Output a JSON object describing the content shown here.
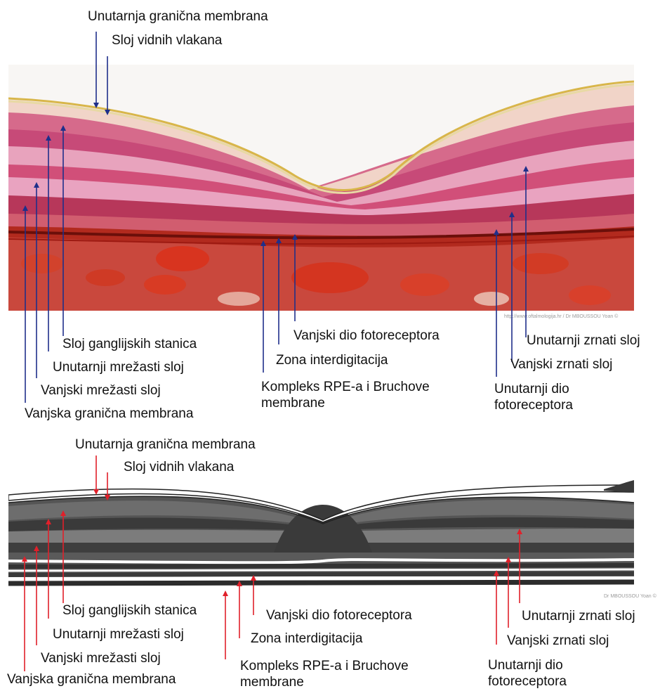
{
  "top": {
    "labels": {
      "inner_limiting": "Unutarnja granična membrana",
      "nerve_fiber": "Sloj vidnih vlakana",
      "ganglion": "Sloj ganglijskih stanica",
      "inner_plexiform": "Unutarnji mrežasti sloj",
      "outer_plexiform": "Vanjski mrežasti sloj",
      "outer_limiting": "Vanjska granična membrana",
      "outer_segment": "Vanjski dio fotoreceptora",
      "interdigitation": "Zona interdigitacija",
      "rpe_bruch": "Kompleks RPE-a i Bruchove membrane",
      "inner_nuclear": "Unutarnji zrnati sloj",
      "outer_nuclear": "Vanjski zrnati sloj",
      "inner_segment": "Unutarnji dio fotoreceptora"
    },
    "watermark": "http://www.oftalmologija.hr / Dr MBOUSSOU Yoan ©",
    "arrow_color": "#1f2f8a"
  },
  "bottom": {
    "labels": {
      "inner_limiting": "Unutarnja granična membrana",
      "nerve_fiber": "Sloj vidnih vlakana",
      "ganglion": "Sloj ganglijskih stanica",
      "inner_plexiform": "Unutarnji mrežasti sloj",
      "outer_plexiform": "Vanjski mrežasti sloj",
      "outer_limiting": "Vanjska granična membrana",
      "outer_segment": "Vanjski dio fotoreceptora",
      "interdigitation": "Zona interdigitacija",
      "rpe_bruch": "Kompleks RPE-a i Bruchove membrane",
      "inner_nuclear": "Unutarnji zrnati sloj",
      "outer_nuclear": "Vanjski zrnati sloj",
      "inner_segment": "Unutarnji dio fotoreceptora"
    },
    "watermark": "Dr MBOUSSOU Yoan ©",
    "arrow_color": "#e0202a"
  }
}
